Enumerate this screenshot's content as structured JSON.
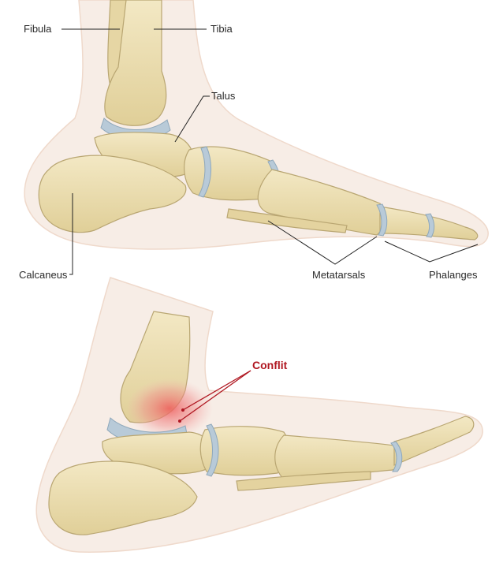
{
  "colors": {
    "skin": "#f7ede6",
    "skin_edge": "#efd9cb",
    "bone": "#ecdfb4",
    "bone_shade": "#d9c68f",
    "cartilage": "#b8cad8",
    "alert": "#b01822",
    "inflammation": "#ee6f6f"
  },
  "labels": {
    "fibula": "Fibula",
    "tibia": "Tibia",
    "talus": "Talus",
    "calcaneus": "Calcaneus",
    "metatarsals": "Metatarsals",
    "phalanges": "Phalanges",
    "conflit": "Conflit"
  }
}
